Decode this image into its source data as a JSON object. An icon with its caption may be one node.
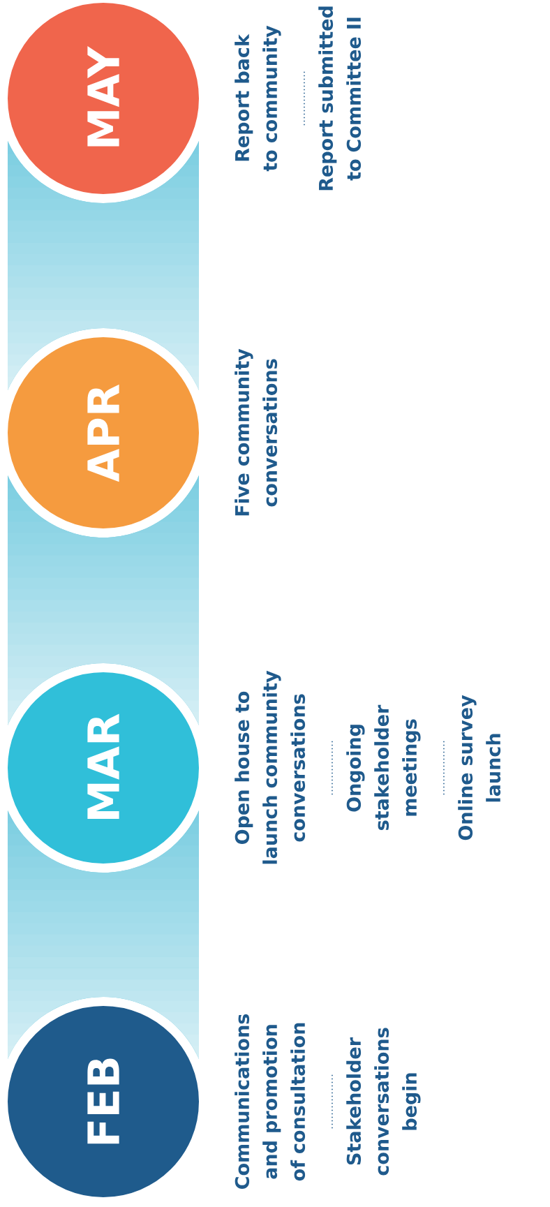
{
  "diagram": {
    "nodes": [
      {
        "text": [
          "FEB"
        ],
        "beside": [
          "Communications and promotion of consultation",
          "Stakeholder conversations begin"
        ]
      },
      {
        "text": [
          "MAR"
        ],
        "beside": [
          "Open house to launch community conversations",
          "Ongoing stakeholder meetings",
          "Online survey launch"
        ]
      },
      {
        "text": [
          "APR"
        ],
        "beside": [
          "Five community conversations"
        ]
      },
      {
        "text": [
          "MAY"
        ],
        "beside": [
          "Report back to community",
          "Report submitted to Committee II"
        ]
      }
    ],
    "edges": [
      {
        "from": 0,
        "to": 1,
        "arrow": "none"
      },
      {
        "from": 1,
        "to": 2,
        "arrow": "none"
      },
      {
        "from": 2,
        "to": 3,
        "arrow": "none"
      }
    ]
  }
}
